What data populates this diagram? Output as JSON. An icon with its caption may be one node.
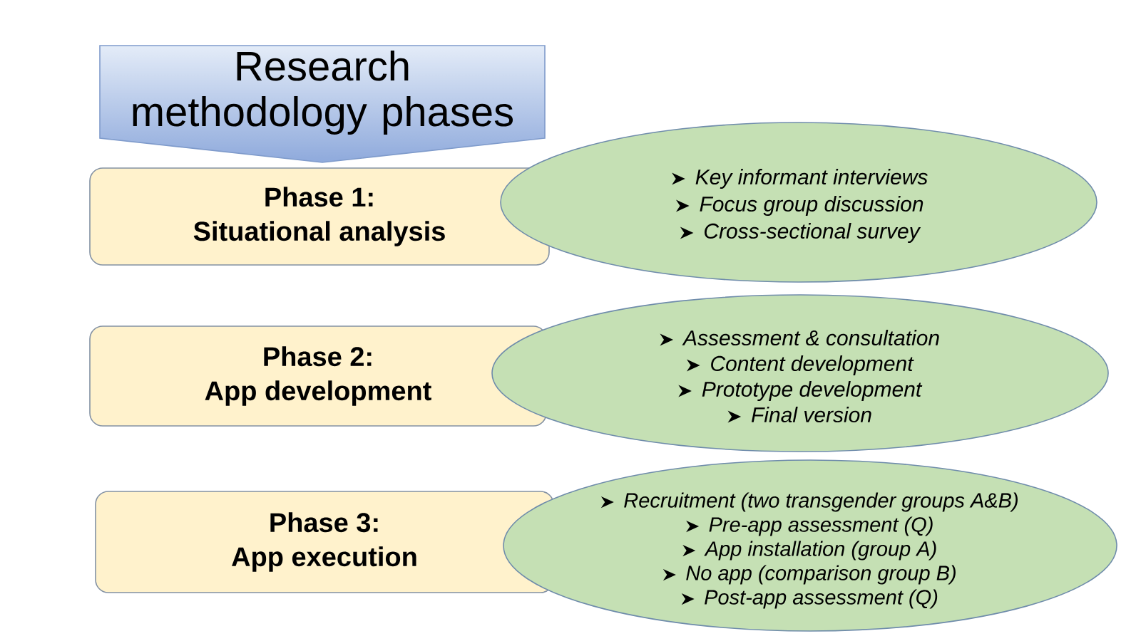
{
  "diagram": {
    "nodes": [
      {
        "text": [
          "Research methodology phases"
        ]
      },
      {
        "text": [
          "Phase 1:",
          "Situational analysis"
        ]
      },
      {
        "text": [
          "Key informant interviews",
          "Focus group discussion",
          "Cross-sectional survey"
        ]
      },
      {
        "text": [
          "Phase 2:",
          "App development"
        ]
      },
      {
        "text": [
          "Assessment & consultation",
          "Content development",
          "Prototype development",
          "Final version"
        ]
      },
      {
        "text": [
          "Phase 3:",
          "App execution"
        ]
      },
      {
        "text": [
          "Recruitment (two transgender groups A&B)",
          "Pre-app assessment (Q)",
          "App installation (group A)",
          "No app (comparison group B)",
          "Post-app assessment (Q)"
        ]
      }
    ]
  }
}
